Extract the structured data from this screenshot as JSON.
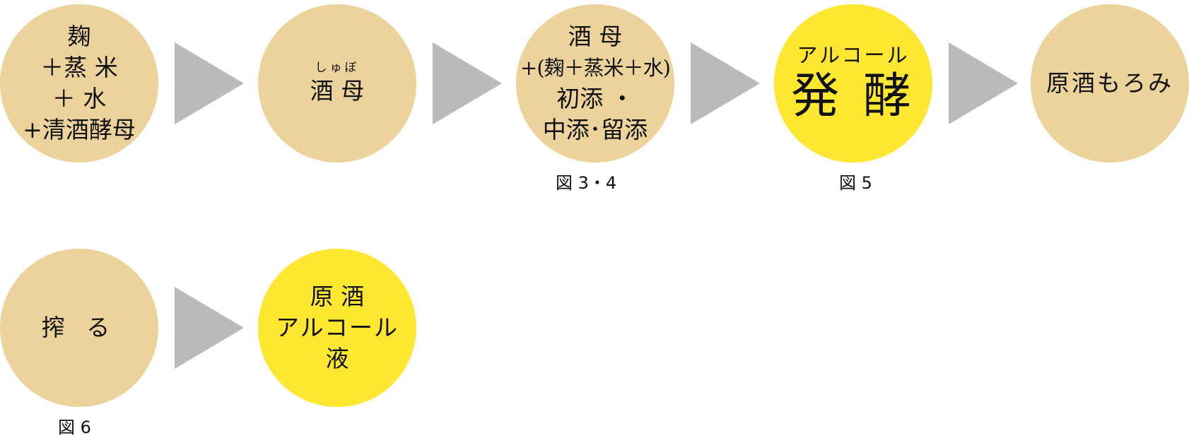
{
  "colors": {
    "tan": "#ecd39b",
    "yellow": "#fde731",
    "arrow": "#bababa"
  },
  "steps": [
    {
      "lines": [
        "麹",
        "＋蒸 米",
        "＋ 水",
        "+清酒酵母"
      ]
    },
    {
      "ruby": "しゅぼ",
      "lines": [
        "酒 母"
      ]
    },
    {
      "lines": [
        "酒 母",
        "+(麹＋蒸米＋水)",
        "初添 ・",
        "中添･留添"
      ]
    },
    {
      "lines": [
        "アルコール",
        "発 酵"
      ]
    },
    {
      "lines": [
        "原酒もろみ"
      ]
    },
    {
      "lines": [
        "搾 る"
      ]
    },
    {
      "lines": [
        "原 酒",
        "アルコール",
        "液"
      ]
    }
  ],
  "captions": {
    "fig34": "図 3・4",
    "fig5": "図 5",
    "fig6": "図 6"
  },
  "arrow_icon": "triangle-right-icon"
}
